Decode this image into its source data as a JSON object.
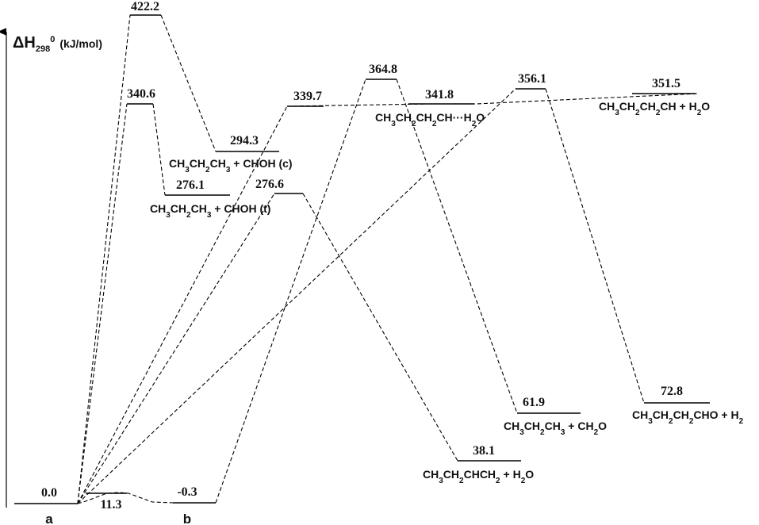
{
  "axis": {
    "delta": "ΔH",
    "sub": "298",
    "sup": "0",
    "unit": "(kJ/mol)"
  },
  "points": {
    "a": "a",
    "b": "b"
  },
  "levels": {
    "a": "0.0",
    "int": "11.3",
    "b": "-0.3",
    "ts422": "422.2",
    "ts340_6": "340.6",
    "p294": "294.3",
    "p276_1": "276.1",
    "ts339_7": "339.7",
    "ts276_6": "276.6",
    "ts364_8": "364.8",
    "c341_8": "341.8",
    "ts356_1": "356.1",
    "p351_5": "351.5",
    "p61_9": "61.9",
    "p72_8": "72.8",
    "p38_1": "38.1"
  },
  "species": {
    "choh_c": "CH3CH2CH3 + CHOH (c)",
    "choh_t": "CH3CH2CH3 + CHOH (t)",
    "complex": "CH3CH2CH2CH···H2O",
    "butylidene": "CH3CH2CH2CH + H2O",
    "ch2o": "CH3CH2CH3 + CH2O",
    "butanal": "CH3CH2CH2CHO + H2",
    "butene": "CH3CH2CHCH2 + H2O"
  }
}
